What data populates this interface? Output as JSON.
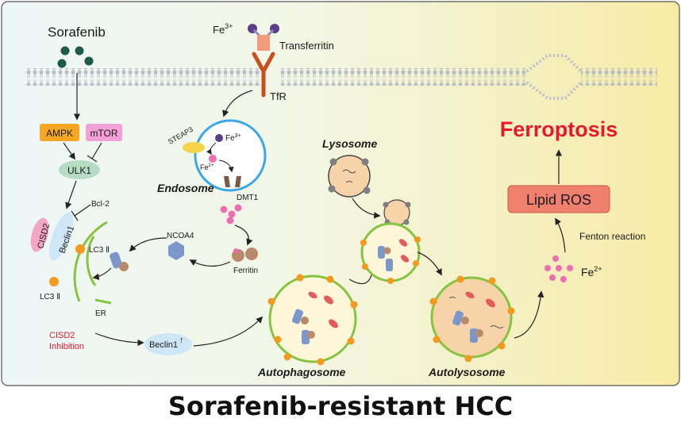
{
  "diagram": {
    "drug": "Sorafenib",
    "fe3": "Fe",
    "fe3_sup": "3+",
    "transferritin": "Transferritin",
    "tfr": "TfR",
    "steap3": "STEAP3",
    "endo_fe3": "Fe",
    "endo_fe3_sup": "3+",
    "endo_fe2": "Fe",
    "endo_fe2_sup": "2+",
    "endosome": "Endosome",
    "dmt1": "DMT1",
    "ferritin": "Ferritin",
    "ncoa4": "NCOA4",
    "ampk": "AMPK",
    "mtor": "mTOR",
    "ulk1": "ULK1",
    "beclin1": "Beclin1",
    "cisd2": "CISD2",
    "bcl2": "Bcl-2",
    "lc3_top": "LC3 Ⅱ",
    "lc3_bottom": "LC3 Ⅱ",
    "er": "ER",
    "cisd2_inhibition_line1": "CISD2",
    "cisd2_inhibition_line2": "Inhibition",
    "beclin_up": "Beclin1",
    "beclin_up_arrow": "↑",
    "lysosome": "Lysosome",
    "autophagosome": "Autophagosome",
    "autolysosome": "Autolysosome",
    "ferroptosis": "Ferroptosis",
    "lipid_ros": "Lipid ROS",
    "fenton": "Fenton reaction",
    "fe2": "Fe",
    "fe2_sup": "2+"
  },
  "caption": "Sorafenib-resistant HCC",
  "colors": {
    "panel_left": "#eef7f8",
    "panel_right": "#f7eeaa",
    "ampk": "#f5a623",
    "mtor": "#f2a0d6",
    "ulk1": "#b7dcc4",
    "beclin": "#cfe6f7",
    "cisd2": "#f3a6c1",
    "membrane_green": "#86c440",
    "orange_dot": "#f39a1e",
    "pink_dot": "#ec6fb1",
    "ferroptosis": "#e8192c",
    "lipid_ros": "#ef7f6f",
    "endosome_ring": "#3ba7e6",
    "tfr": "#c8501f",
    "transferritin": "#f19a7e",
    "iron_purple": "#5a3f86",
    "sorafenib_dot": "#1e5a4a",
    "inhibition_text": "#e8192c"
  },
  "icons": [
    "lipid-bilayer",
    "sorafenib-molecule",
    "transferrin-receptor",
    "iron-ion",
    "lysosome",
    "autophagosome",
    "autolysosome",
    "ferritin",
    "mitochondrion"
  ]
}
